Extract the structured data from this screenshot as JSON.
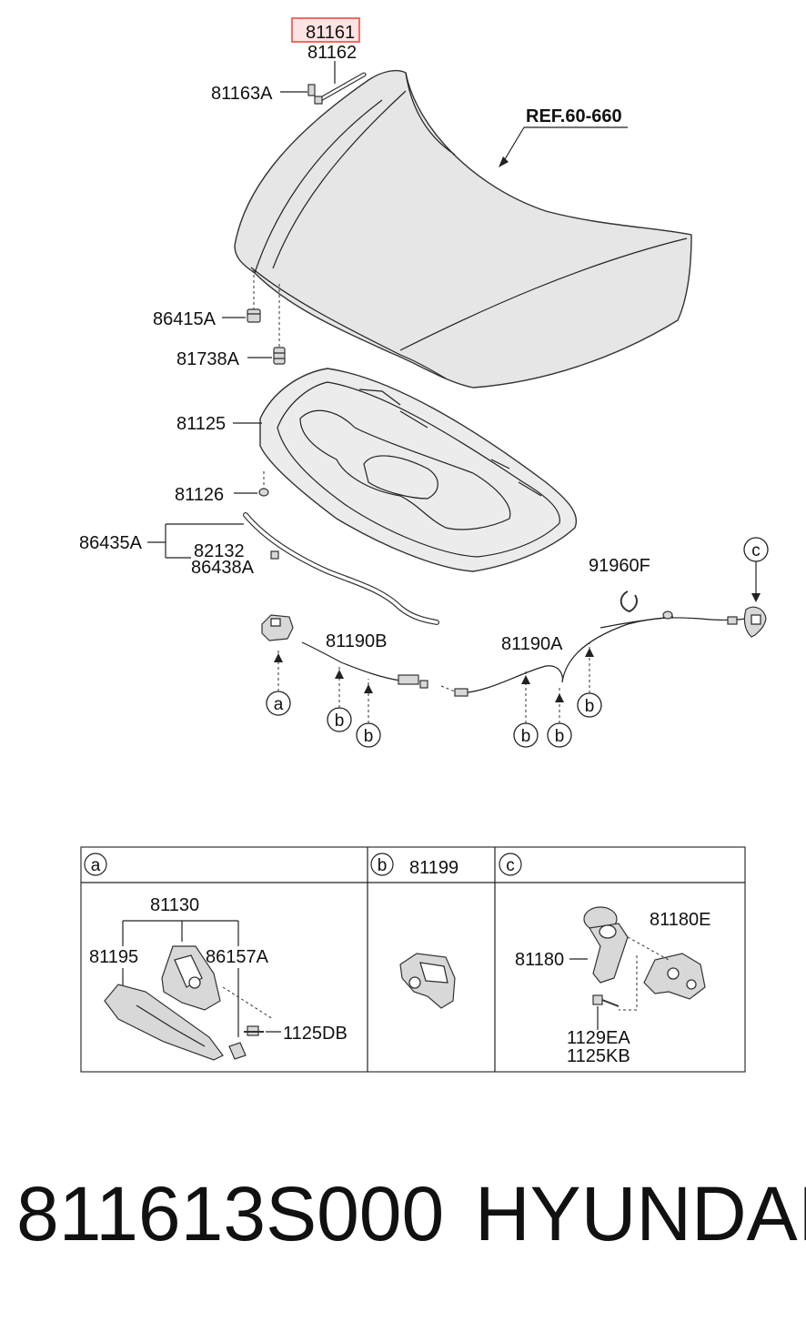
{
  "highlighted_part": "81161",
  "ref_label": "REF.60-660",
  "labels": {
    "p81162": "81162",
    "p81163A": "81163A",
    "p86415A": "86415A",
    "p81738A": "81738A",
    "p81125": "81125",
    "p81126": "81126",
    "p86435A": "86435A",
    "p82132": "82132",
    "p86438A": "86438A",
    "p91960F": "91960F",
    "p81190B": "81190B",
    "p81190A": "81190A"
  },
  "markers": {
    "a": "a",
    "b": "b",
    "c": "c"
  },
  "table": {
    "a_header": "a",
    "b_header": "b",
    "b_part": "81199",
    "c_header": "c",
    "a_parts": {
      "p81130": "81130",
      "p81195": "81195",
      "p86157A": "86157A",
      "p1125DB": "1125DB"
    },
    "c_parts": {
      "p81180E": "81180E",
      "p81180": "81180",
      "p1129EA": "1129EA",
      "p1125KB": "1125KB"
    }
  },
  "footer": {
    "part_number": "811613S000",
    "brand": "HYUNDAI"
  },
  "colors": {
    "highlight_border": "#e8423f",
    "highlight_fill": "#fde3e3",
    "line": "#222222",
    "hood_fill": "#e6e6e6"
  }
}
